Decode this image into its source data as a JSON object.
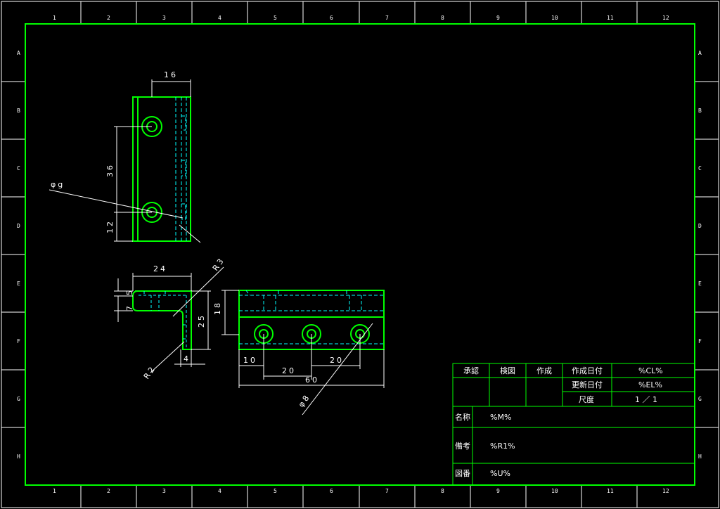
{
  "drawing": {
    "colors": {
      "background": "#000000",
      "border": "#00ff00",
      "geometry": "#00ff00",
      "hidden_lines": "#00ffff",
      "dimensions": "#ffffff"
    },
    "zones": {
      "columns": [
        "1",
        "2",
        "3",
        "4",
        "5",
        "6",
        "7",
        "8",
        "9",
        "10",
        "11",
        "12"
      ],
      "rows": [
        "A",
        "B",
        "C",
        "D",
        "E",
        "F",
        "G",
        "H"
      ]
    },
    "dimensions": {
      "top_width": "16",
      "top_pitch": "36",
      "top_edge": "12",
      "top_hole": "φg",
      "side_width": "24",
      "side_t1": "5",
      "side_t2": "7",
      "side_height": "25",
      "radius_outer": "R3",
      "radius_inner": "R2",
      "side_foot": "4",
      "front_height": "18",
      "front_edge": "10",
      "front_pitch1": "20",
      "front_pitch2": "20",
      "front_length": "60",
      "front_hole": "φ8"
    },
    "title_block": {
      "approve": "承認",
      "check": "検図",
      "draw": "作成",
      "date_created_label": "作成日付",
      "date_created_value": "%CL%",
      "date_updated_label": "更新日付",
      "date_updated_value": "%EL%",
      "scale_label": "尺度",
      "scale_value": "1 ／ 1",
      "name_label": "名称",
      "name_value": "%M%",
      "remarks_label": "備考",
      "remarks_value": "%R1%",
      "number_label": "図番",
      "number_value": "%U%"
    }
  }
}
